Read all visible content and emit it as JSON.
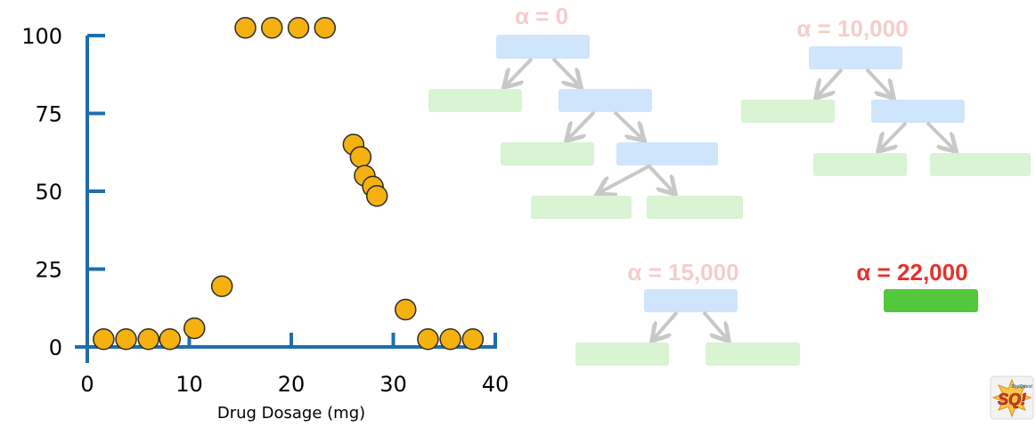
{
  "chart_data": {
    "type": "scatter",
    "title": "",
    "xlabel": "Drug Dosage (mg)",
    "ylabel": "",
    "xlim": [
      0,
      40
    ],
    "ylim": [
      0,
      100
    ],
    "xticks": [
      "0",
      "10",
      "20",
      "30",
      "40"
    ],
    "yticks": [
      "0",
      "25",
      "50",
      "75",
      "100"
    ],
    "grid": false,
    "point_color": "#f4b10f",
    "axis_color": "#1f6eab",
    "points": [
      [
        1.6,
        2.5
      ],
      [
        3.8,
        2.5
      ],
      [
        6.0,
        2.5
      ],
      [
        8.1,
        2.5
      ],
      [
        10.5,
        6.0
      ],
      [
        13.2,
        19.5
      ],
      [
        15.5,
        102.5
      ],
      [
        18.1,
        102.5
      ],
      [
        20.7,
        102.5
      ],
      [
        23.3,
        102.5
      ],
      [
        26.1,
        65
      ],
      [
        26.8,
        61
      ],
      [
        27.2,
        55
      ],
      [
        28.0,
        51.5
      ],
      [
        28.4,
        48.5
      ],
      [
        31.2,
        12
      ],
      [
        33.4,
        2.5
      ],
      [
        35.6,
        2.5
      ],
      [
        37.8,
        2.5
      ]
    ]
  },
  "trees": [
    {
      "label": "α = 0",
      "active": false
    },
    {
      "label": "α = 10,000",
      "active": false
    },
    {
      "label": "α = 15,000",
      "active": false
    },
    {
      "label": "α = 22,000",
      "active": true
    }
  ],
  "logo": {
    "line1": "StatQuest",
    "mark": "SQ!"
  },
  "colors": {
    "node_fill": "#cfe5fb",
    "leaf_fill": "#d8f4d2",
    "active_leaf_fill": "#53c83d",
    "arrow_color": "#c8c8c8",
    "faded_alpha": "#f6cccc",
    "active_alpha": "#e3322b"
  }
}
